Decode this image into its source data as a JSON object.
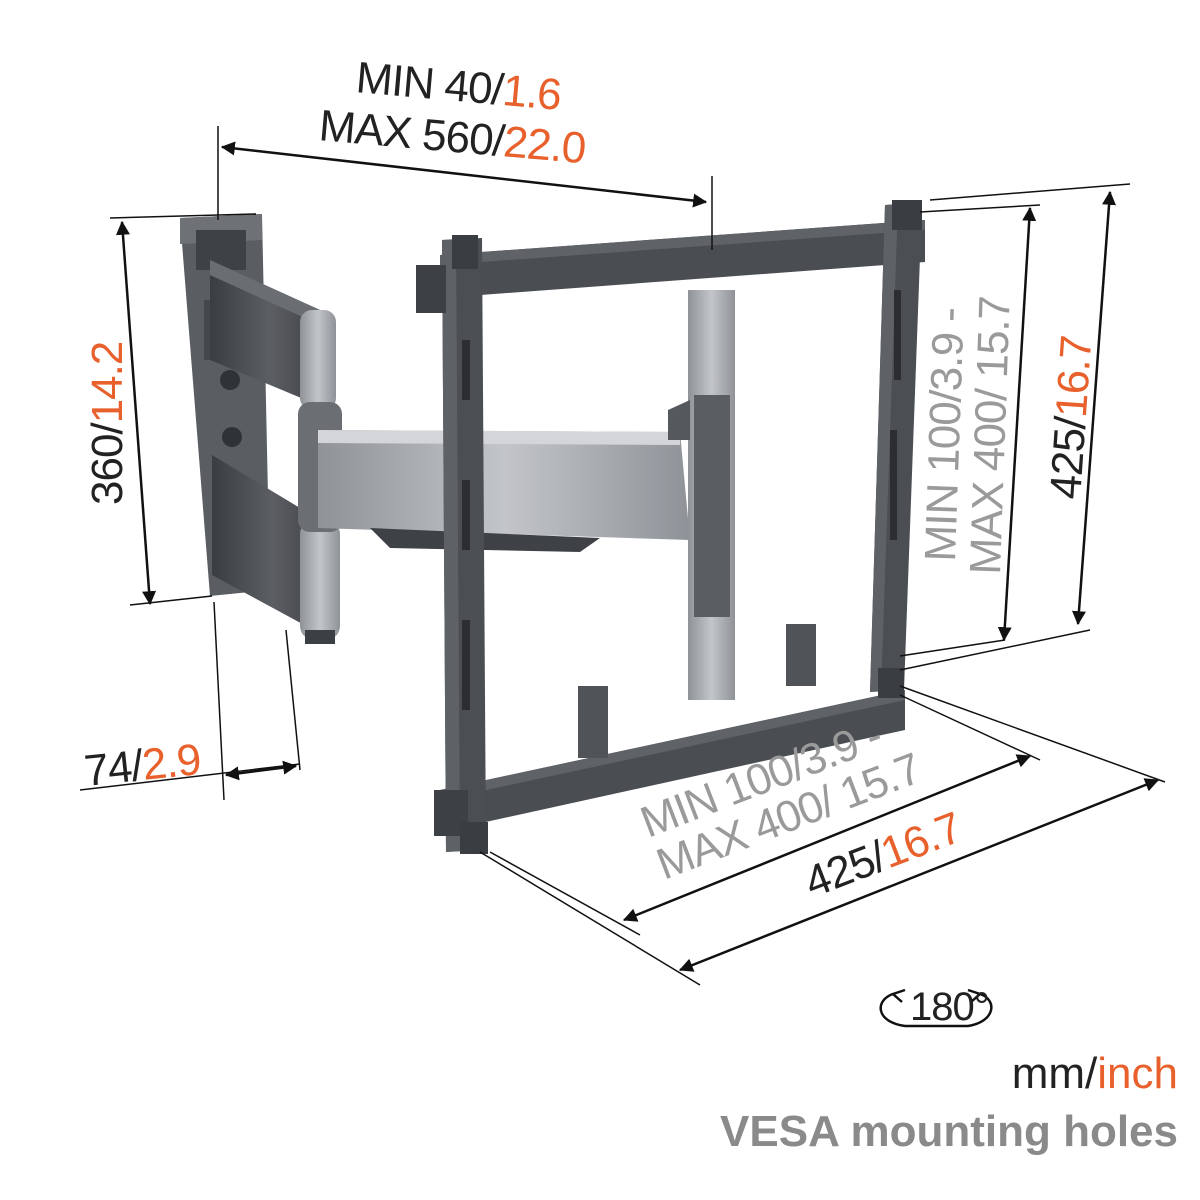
{
  "colors": {
    "dark_text": "#222222",
    "inch_accent": "#e8602c",
    "vesa_gray": "#9a9a9a",
    "mount_dark": "#4a4d52",
    "mount_silver": "#a9acb1",
    "dim_line": "#111111"
  },
  "dims": {
    "arm_extension": {
      "line1_prefix": "MIN 40/",
      "line1_inch": "1.6",
      "line2_prefix": "MAX 560/",
      "line2_inch": "22.0"
    },
    "wall_plate_height": {
      "mm": "360/",
      "inch": "14.2"
    },
    "wall_plate_depth": {
      "mm": "74/",
      "inch": "2.9"
    },
    "vesa_vertical": {
      "line1": "MIN 100/3.9 -",
      "line2": "MAX 400/ 15.7"
    },
    "frame_height": {
      "mm": "425/",
      "inch": "16.7"
    },
    "vesa_horizontal": {
      "line1": "MIN 100/3.9 -",
      "line2": "MAX 400/ 15.7"
    },
    "frame_width": {
      "mm": "425/",
      "inch": "16.7"
    },
    "rotation": {
      "label": "180°"
    }
  },
  "legend": {
    "units_prefix": "mm/",
    "units_inch": "inch",
    "vesa_label": "VESA mounting holes"
  }
}
